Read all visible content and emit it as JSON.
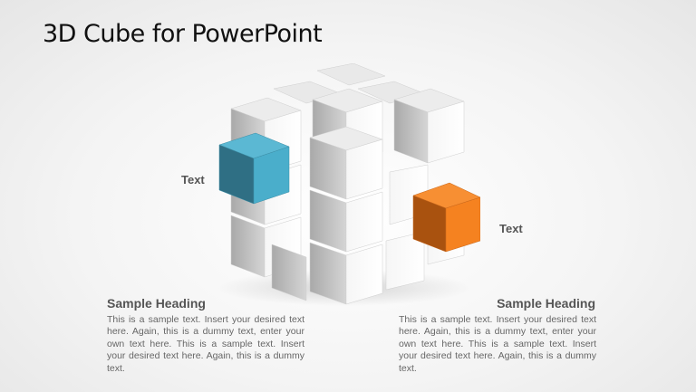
{
  "slide": {
    "title": "3D Cube for PowerPoint"
  },
  "callouts": {
    "left_label": "Text",
    "right_label": "Text"
  },
  "sections": [
    {
      "heading": "Sample Heading",
      "body": "This is a sample text. Insert your desired text here. Again, this is a dummy text, enter your own text here. This is a sample text. Insert your desired text here. Again, this is a dummy text."
    },
    {
      "heading": "Sample Heading",
      "body": "This is a sample text. Insert your desired text here. Again, this is a dummy text, enter your own text here. This is a sample text. Insert your desired text here. Again, this is a dummy text."
    }
  ],
  "colors": {
    "blue_cube": "#4aaecb",
    "orange_cube": "#f58220",
    "grey_cube": "#e8e8e8"
  }
}
